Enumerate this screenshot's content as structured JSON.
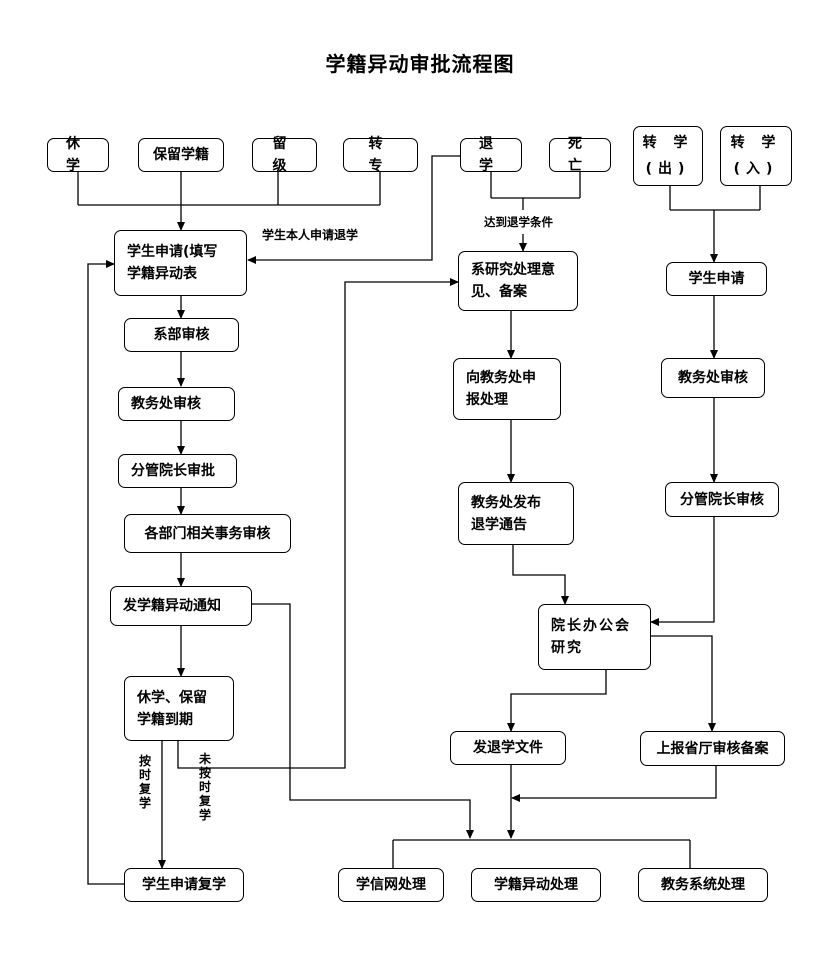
{
  "title": "学籍异动审批流程图",
  "nodes": {
    "xiuxue": "休 学",
    "baoliu": "保留学籍",
    "liuji": "留 级",
    "zhuanzhuan": "转 专",
    "tuixue": "退 学",
    "siwang": "死 亡",
    "zhuanxue_chu": "转 学\n(出)",
    "zhuanxue_ru": "转 学\n(入)",
    "xuesheng_shenqing_tianxie": "学生申请(填写\n学籍异动表",
    "xibu_shenhe": "系部审核",
    "jiaowuchu_shenhe_left": "教务处审核",
    "fenguan_shenpi": "分管院长审批",
    "gebumen_shenhe": "各部门相关事务审核",
    "fa_tongzhi": "发学籍异动通知",
    "daoqi": "休学、保留\n学籍到期",
    "shenqing_fuxue": "学生申请复学",
    "xi_yanjiu": "系研究处理意\n见、备案",
    "xiang_jiaowuchu": "向教务处申\n报处理",
    "fabu_tonggao": "教务处发布\n退学通告",
    "yuanzhang_bangonghui": "院长办公会\n研究",
    "fa_tuixue_wenjian": "发退学文件",
    "shangbao": "上报省厅审核备案",
    "xuesheng_shenqing_right": "学生申请",
    "jiaowuchu_shenhe_right": "教务处审核",
    "fenguan_shenhe": "分管院长审核",
    "xuexinwang": "学信网处理",
    "xueji_chuli": "学籍异动处理",
    "jiaowu_xitong": "教务系统处理"
  },
  "labels": {
    "benren_tuixue": "学生本人申请退学",
    "dadao_tiaojian": "达到退学条件",
    "anshi_fuxue": "按时复学",
    "weianshi_fuxue": "未按时复学"
  }
}
